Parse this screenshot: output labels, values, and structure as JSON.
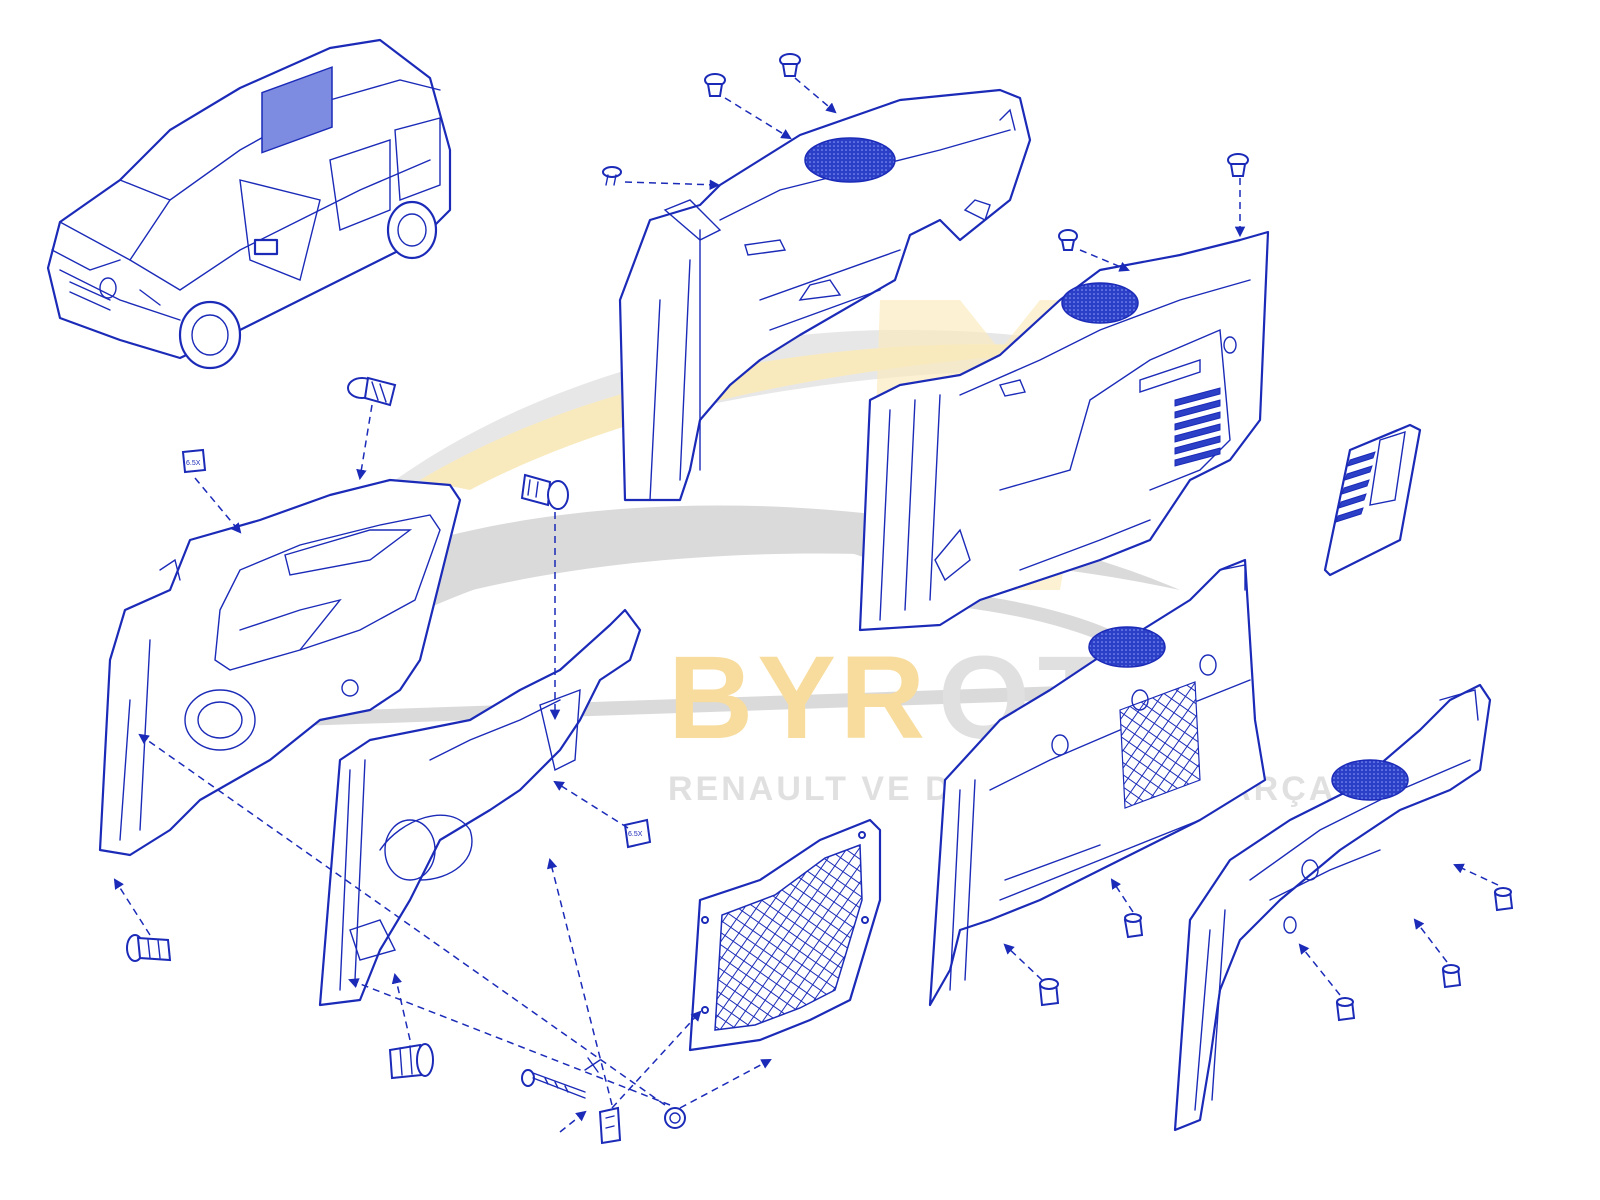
{
  "watermark": {
    "brand_dark": "BYR",
    "brand_light": "OTO",
    "tagline": "RENAULT VE DACIA YEDEK PARÇA",
    "colors": {
      "brand_gold": "#f2c14e",
      "brand_gray": "#c8c8c8",
      "line_blue": "#1b2bb8"
    }
  },
  "labels": {
    "clip_label_1": "6.5X",
    "clip_label_2": "6.5X"
  }
}
